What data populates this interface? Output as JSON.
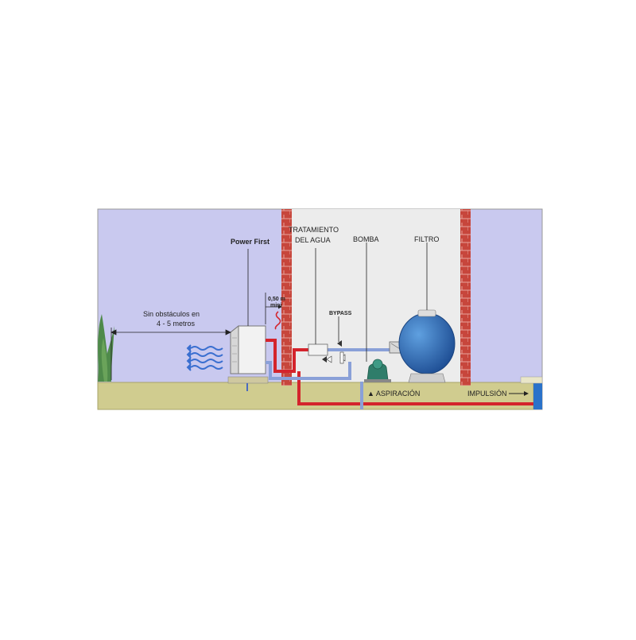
{
  "labels": {
    "power_first": "Power First",
    "clearance_line1": "0,50 m",
    "clearance_line2": "mini",
    "obstacles_line1": "Sin obstáculos en",
    "obstacles_line2": "4 - 5 metros",
    "treatment_line1": "TRATAMIENTO",
    "treatment_line2": "DEL AGUA",
    "pump": "BOMBA",
    "filter": "FILTRO",
    "bypass": "BYPASS",
    "suction": "▲ ASPIRACIÓN",
    "discharge": "IMPULSIÓN"
  },
  "colors": {
    "room": "#c9c9ef",
    "technical_room": "#ececec",
    "ground": "#d0cc8f",
    "brick": "#c7463c",
    "hot_pipe": "#d4242c",
    "cold_pipe": "#8aa0d8",
    "filter_tank": "#2f6fb8",
    "air_flow": "#3a6fd0",
    "heat_pump": "#f2f2f2"
  }
}
